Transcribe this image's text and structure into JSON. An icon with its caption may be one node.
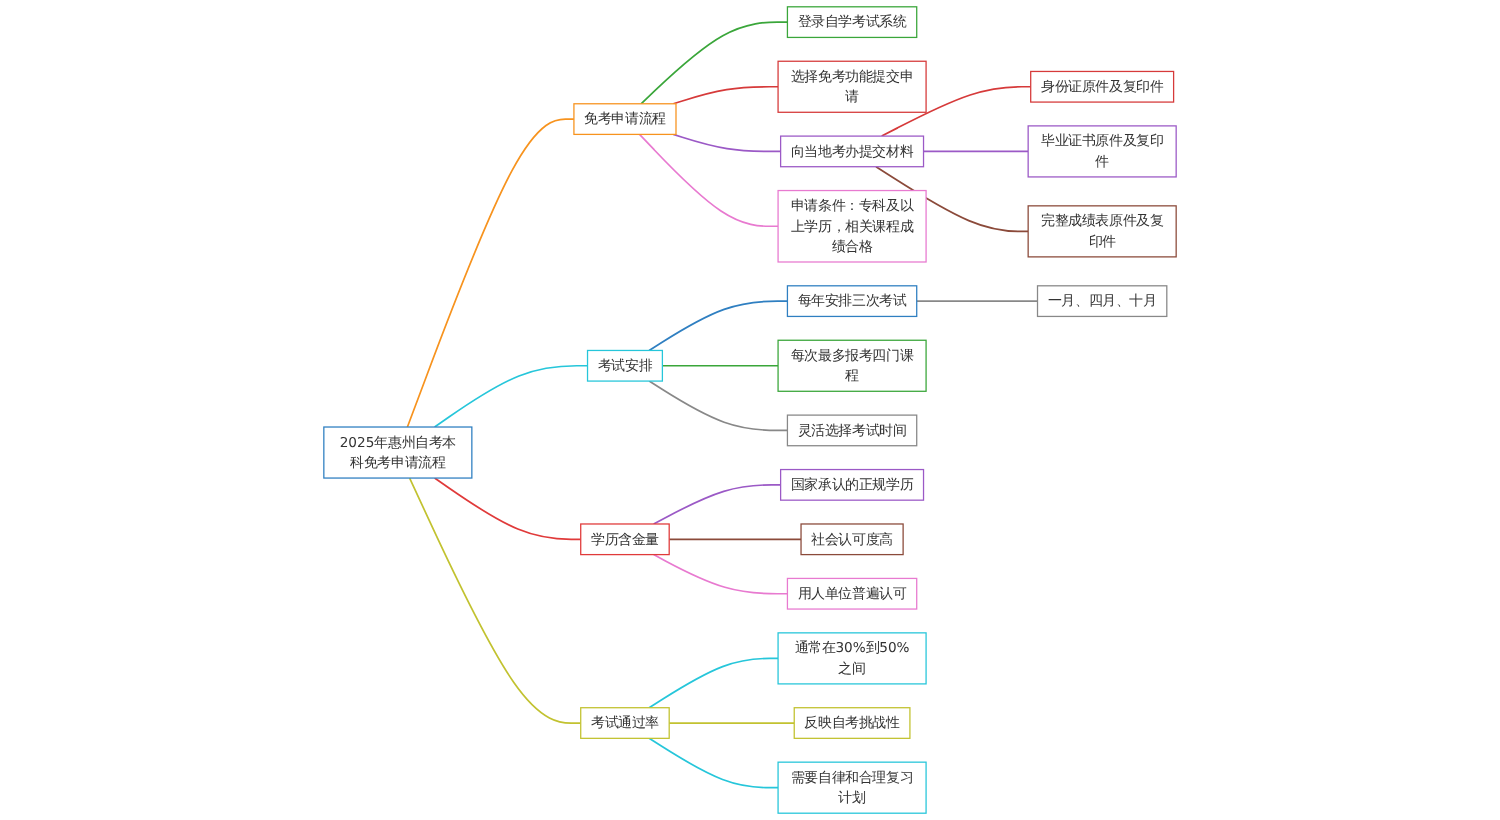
{
  "diagram": {
    "nodes": [
      {
        "text": [
          "2025年惠州自考本科免考申请流程"
        ]
      },
      {
        "text": [
          "免考申请流程"
        ]
      },
      {
        "text": [
          "登录自学考试系统"
        ]
      },
      {
        "text": [
          "选择免考功能提交申请"
        ]
      },
      {
        "text": [
          "向当地考办提交材料"
        ]
      },
      {
        "text": [
          "身份证原件及复印件"
        ]
      },
      {
        "text": [
          "毕业证书原件及复印件"
        ]
      },
      {
        "text": [
          "完整成绩表原件及复印件"
        ]
      },
      {
        "text": [
          "申请条件：专科及以上学历，相关课程成绩合格"
        ]
      },
      {
        "text": [
          "考试安排"
        ]
      },
      {
        "text": [
          "每年安排三次考试"
        ]
      },
      {
        "text": [
          "一月、四月、十月"
        ]
      },
      {
        "text": [
          "每次最多报考四门课程"
        ]
      },
      {
        "text": [
          "灵活选择考试时间"
        ]
      },
      {
        "text": [
          "学历含金量"
        ]
      },
      {
        "text": [
          "国家承认的正规学历"
        ]
      },
      {
        "text": [
          "社会认可度高"
        ]
      },
      {
        "text": [
          "用人单位普遍认可"
        ]
      },
      {
        "text": [
          "考试通过率"
        ]
      },
      {
        "text": [
          "通常在30%到50%之间"
        ]
      },
      {
        "text": [
          "反映自考挑战性"
        ]
      },
      {
        "text": [
          "需要自律和合理复习计划"
        ]
      }
    ],
    "edges": [
      {
        "from": 0,
        "to": 1,
        "arrow": "none",
        "color": "#f7931e"
      },
      {
        "from": 1,
        "to": 2,
        "arrow": "none",
        "color": "#3aa63a"
      },
      {
        "from": 1,
        "to": 3,
        "arrow": "none",
        "color": "#d63a3a"
      },
      {
        "from": 1,
        "to": 4,
        "arrow": "none",
        "color": "#9b59c6"
      },
      {
        "from": 4,
        "to": 5,
        "arrow": "none",
        "color": "#d63a3a"
      },
      {
        "from": 4,
        "to": 6,
        "arrow": "none",
        "color": "#9b59c6"
      },
      {
        "from": 4,
        "to": 7,
        "arrow": "none",
        "color": "#8b4a3a"
      },
      {
        "from": 1,
        "to": 8,
        "arrow": "none",
        "color": "#e87ad0"
      },
      {
        "from": 0,
        "to": 9,
        "arrow": "none",
        "color": "#26c6da"
      },
      {
        "from": 9,
        "to": 10,
        "arrow": "none",
        "color": "#2f7fc1"
      },
      {
        "from": 10,
        "to": 11,
        "arrow": "none",
        "color": "#888888"
      },
      {
        "from": 9,
        "to": 12,
        "arrow": "none",
        "color": "#3aa63a"
      },
      {
        "from": 9,
        "to": 13,
        "arrow": "none",
        "color": "#888888"
      },
      {
        "from": 0,
        "to": 14,
        "arrow": "none",
        "color": "#e03a3a"
      },
      {
        "from": 14,
        "to": 15,
        "arrow": "none",
        "color": "#9b59c6"
      },
      {
        "from": 14,
        "to": 16,
        "arrow": "none",
        "color": "#8b4a3a"
      },
      {
        "from": 14,
        "to": 17,
        "arrow": "none",
        "color": "#e87ad0"
      },
      {
        "from": 0,
        "to": 18,
        "arrow": "none",
        "color": "#c2c230"
      },
      {
        "from": 18,
        "to": 19,
        "arrow": "none",
        "color": "#26c6da"
      },
      {
        "from": 18,
        "to": 20,
        "arrow": "none",
        "color": "#c2c230"
      },
      {
        "from": 18,
        "to": 21,
        "arrow": "none",
        "color": "#26c6da"
      }
    ]
  }
}
